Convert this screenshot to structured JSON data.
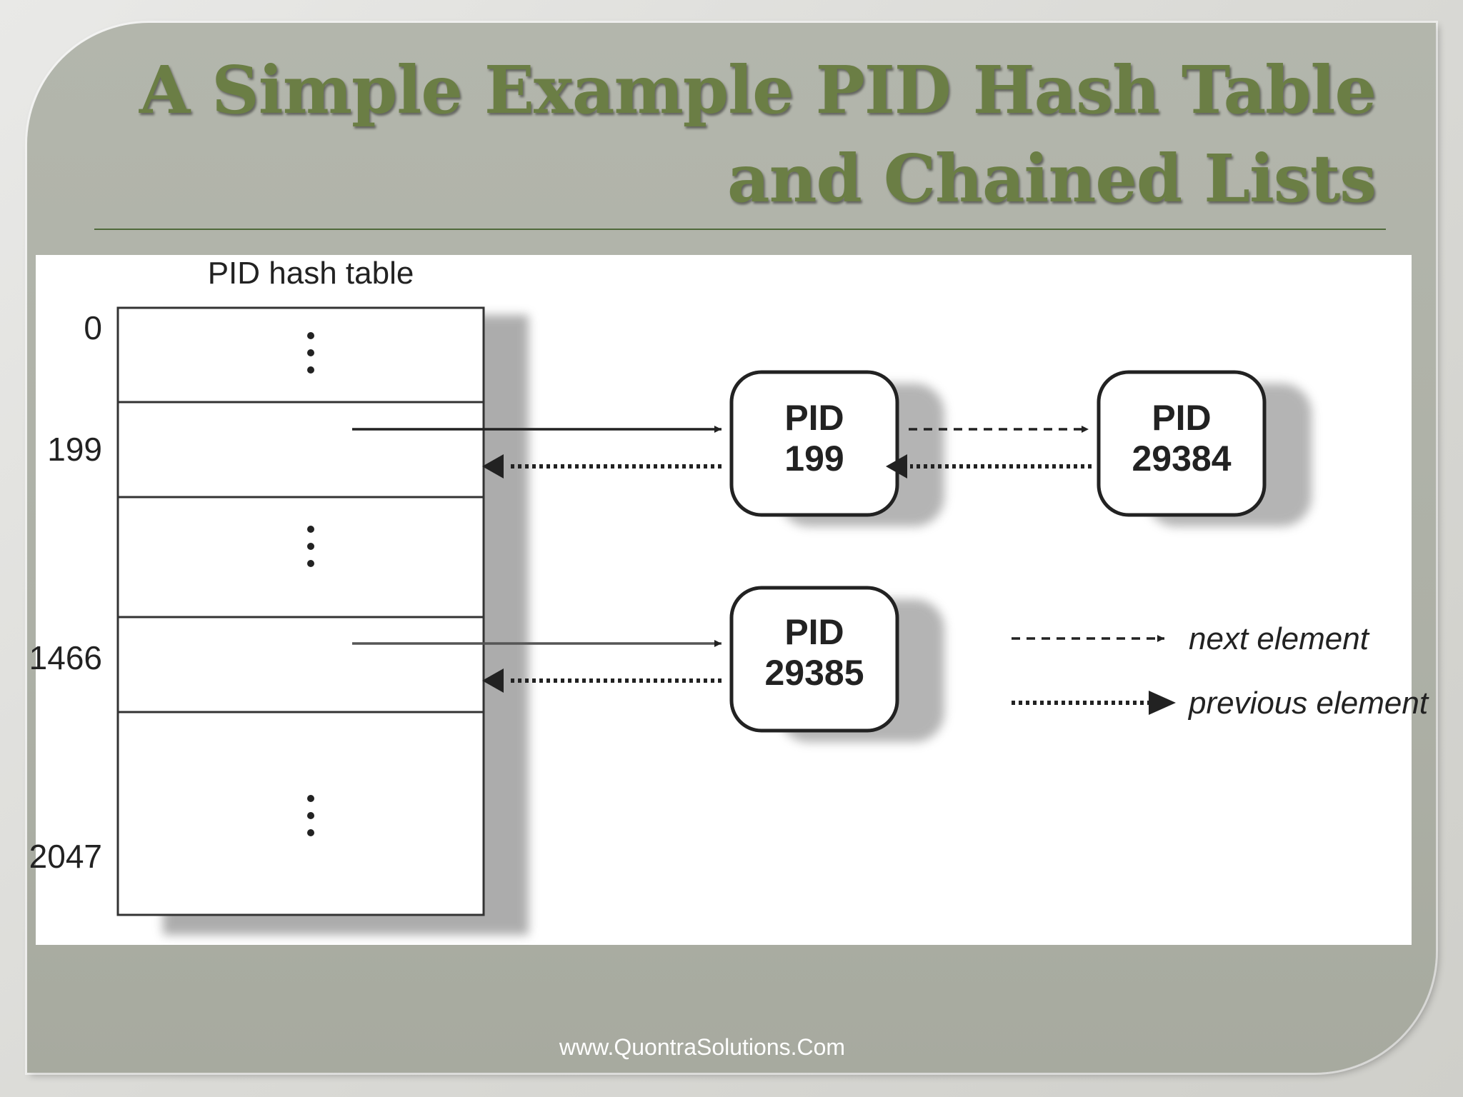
{
  "slide": {
    "title_line1": "A Simple Example PID Hash Table",
    "title_line2": "and Chained Lists",
    "footer": "www.QuontraSolutions.Com"
  },
  "diagram": {
    "table_label": "PID hash table",
    "row_indices": [
      "0",
      "199",
      "1466",
      "2047"
    ],
    "nodes": [
      {
        "line1": "PID",
        "line2": "199"
      },
      {
        "line1": "PID",
        "line2": "29384"
      },
      {
        "line1": "PID",
        "line2": "29385"
      }
    ],
    "legend": {
      "next": "next element",
      "previous": "previous element"
    }
  },
  "colors": {
    "slide_bg": "#b0b3a9",
    "title": "#6b7e45",
    "rule": "#4f6a3a",
    "ink": "#1e1e1e"
  }
}
